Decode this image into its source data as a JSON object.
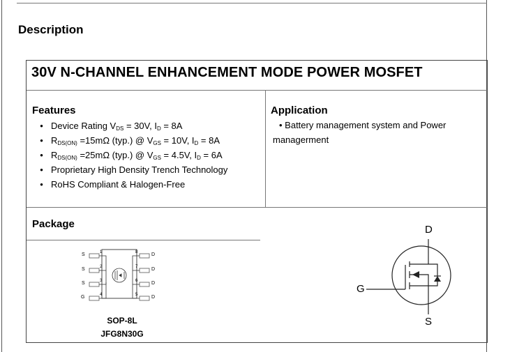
{
  "section": {
    "title": "Description"
  },
  "heading": "30V N-CHANNEL ENHANCEMENT MODE POWER MOSFET",
  "features": {
    "title": "Features",
    "items": [
      {
        "pre": "Device Rating V",
        "s1": "DS",
        "mid": " = 30V, I",
        "s2": "D",
        "post": " = 8A"
      },
      {
        "pre": "R",
        "s1": "DS(ON)",
        "mid": " =15mΩ (typ.) @ V",
        "s2": "GS",
        "mid2": " = 10V, I",
        "s3": "D",
        "post": " = 8A"
      },
      {
        "pre": "R",
        "s1": "DS(ON)",
        "mid": " =25mΩ (typ.) @ V",
        "s2": "GS",
        "mid2": " = 4.5V, I",
        "s3": "D",
        "post": " = 6A"
      },
      {
        "pre": "Proprietary High Density Trench Technology"
      },
      {
        "pre": "RoHS Compliant & Halogen-Free"
      }
    ]
  },
  "application": {
    "title": "Application",
    "line1": "•  Battery management system and Power",
    "line2": "managerment"
  },
  "package": {
    "title": "Package",
    "name": "SOP-8L",
    "part": "JFG8N30G",
    "left_pins": [
      {
        "label": "S",
        "num": "1"
      },
      {
        "label": "S",
        "num": "2"
      },
      {
        "label": "S",
        "num": "3"
      },
      {
        "label": "G",
        "num": "4"
      }
    ],
    "right_pins": [
      {
        "label": "D",
        "num": "8"
      },
      {
        "label": "D",
        "num": "7"
      },
      {
        "label": "D",
        "num": "6"
      },
      {
        "label": "D",
        "num": "5"
      }
    ]
  },
  "symbol": {
    "drain": "D",
    "gate": "G",
    "source": "S"
  }
}
